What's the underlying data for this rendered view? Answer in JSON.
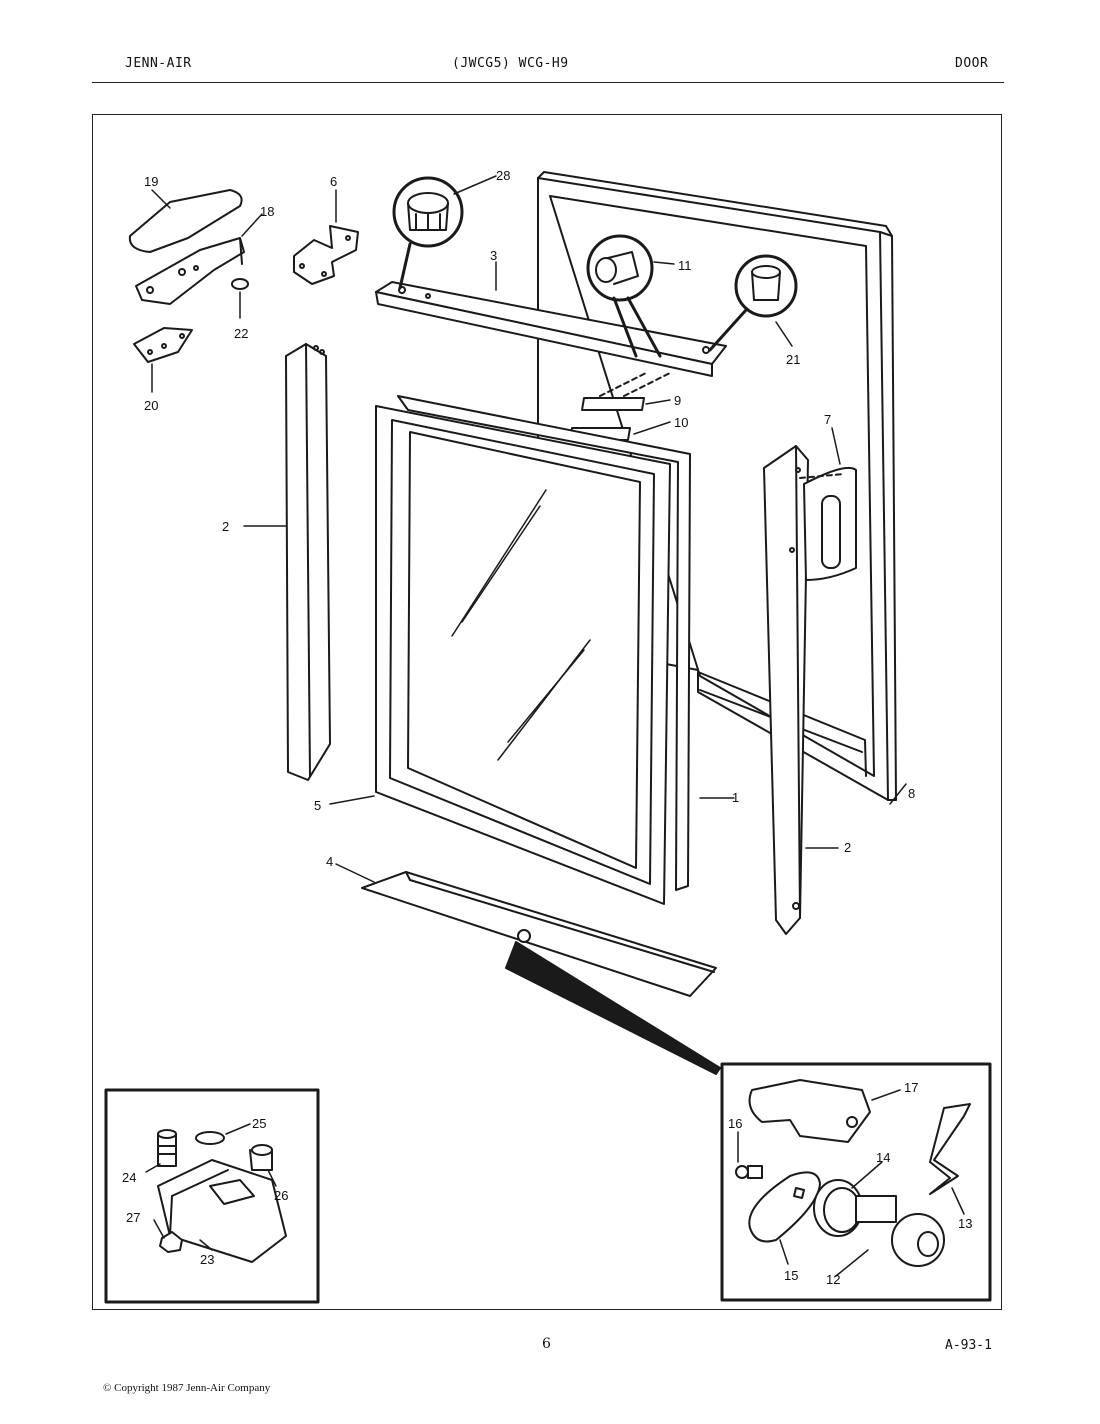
{
  "header": {
    "brand": "JENN-AIR",
    "model": "(JWCG5)  WCG-H9",
    "section": "DOOR"
  },
  "footer": {
    "page_number": "6",
    "reference": "A-93-1",
    "copyright": "© Copyright 1987 Jenn-Air Company"
  },
  "callouts": {
    "c1": "1",
    "c2a": "2",
    "c2b": "2",
    "c3": "3",
    "c4": "4",
    "c5": "5",
    "c6": "6",
    "c7": "7",
    "c8": "8",
    "c9": "9",
    "c10": "10",
    "c11": "11",
    "c12": "12",
    "c13": "13",
    "c14": "14",
    "c15": "15",
    "c16": "16",
    "c17": "17",
    "c18": "18",
    "c19": "19",
    "c20": "20",
    "c21": "21",
    "c22": "22",
    "c23": "23",
    "c24": "24",
    "c25": "25",
    "c26": "26",
    "c27": "27",
    "c28": "28"
  }
}
